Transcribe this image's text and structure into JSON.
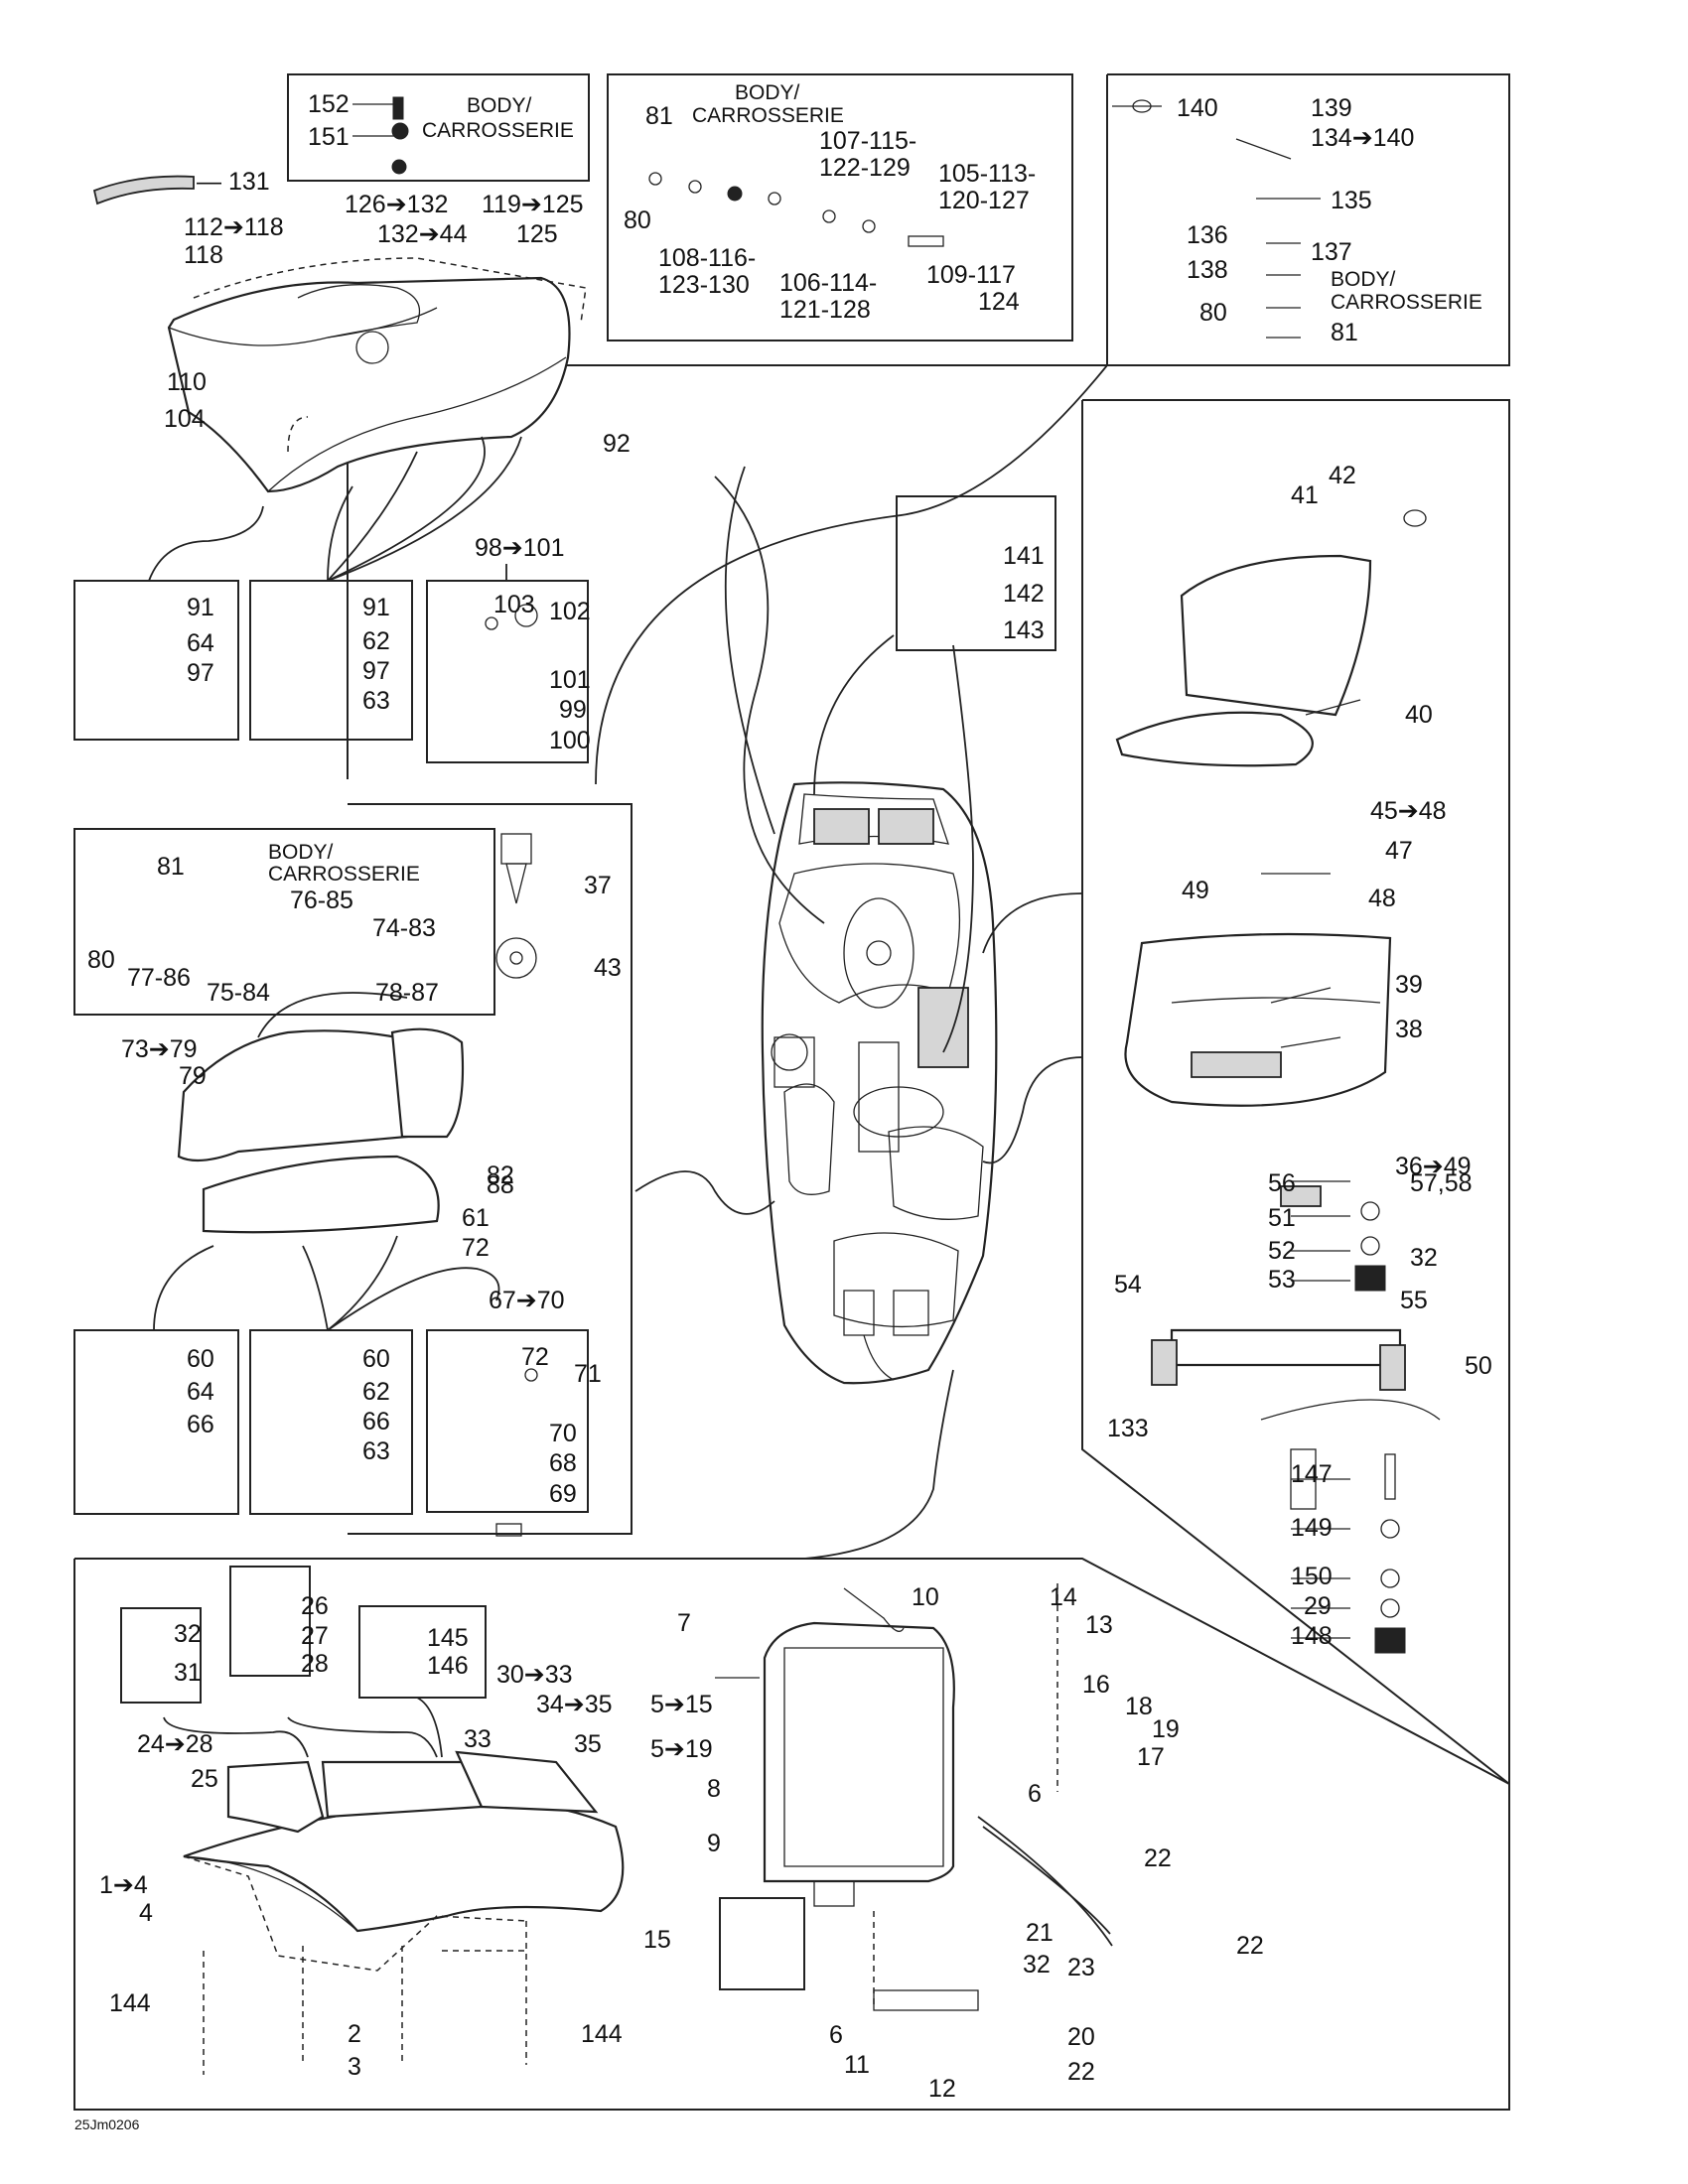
{
  "diagram_code": "25Jm0206",
  "body_label": "BODY/",
  "carrosserie_label": "CARROSSERIE",
  "labels": {
    "l131": "— 131",
    "l152": "152",
    "l151": "151",
    "l112_118": "112➔118",
    "l118": "118",
    "l126_132": "126➔132",
    "l132_44": "132➔44",
    "l119_125": "119➔125",
    "l125": "125",
    "l110": "110",
    "l104": "104",
    "l92": "92",
    "l81a": "81",
    "l80a": "80",
    "l107": "107-115-",
    "l107b": "122-129",
    "l105": "105-113-",
    "l105b": "120-127",
    "l108": "108-116-",
    "l108b": "123-130",
    "l106": "106-114-",
    "l106b": "121-128",
    "l109": "109-117",
    "l124": "124",
    "l140a": "140",
    "l139": "139",
    "l134_140": "134➔140",
    "l135": "135",
    "l136": "136",
    "l137": "137",
    "l138": "138",
    "l80b": "80",
    "l81b": "81",
    "l91a": "91",
    "l64a": "64",
    "l97a": "97",
    "l91b": "91",
    "l62a": "62",
    "l97b": "97",
    "l63a": "63",
    "l98_101": "98➔101",
    "l103": "103",
    "l102": "102",
    "l101": "101",
    "l99": "99",
    "l100": "100",
    "l141": "141",
    "l142": "142",
    "l143": "143",
    "l42": "42",
    "l41": "41",
    "l40": "40",
    "l45_48": "45➔48",
    "l47": "47",
    "l48": "48",
    "l49": "49",
    "l39": "39",
    "l38": "38",
    "l36_49": "36➔49",
    "l56": "56",
    "l57_58": "57,58",
    "l51": "51",
    "l52": "52",
    "l32c": "32",
    "l53": "53",
    "l54": "54",
    "l55": "55",
    "l50": "50",
    "l133": "133",
    "l147": "147",
    "l149": "149",
    "l150": "150",
    "l29": "29",
    "l148": "148",
    "l81c": "81",
    "l76_85": "76-85",
    "l74_83": "74-83",
    "l80c": "80",
    "l77_86": "77-86",
    "l75_84": "75-84",
    "l78_87": "78-87",
    "l37": "37",
    "l43": "43",
    "l73_79": "73➔79",
    "l79": "79",
    "l88": "88",
    "l82": "82",
    "l61": "61",
    "l72": "72",
    "l67_70": "67➔70",
    "l60a": "60",
    "l64b": "64",
    "l66a": "66",
    "l60b": "60",
    "l62b": "62",
    "l66b": "66",
    "l63b": "63",
    "l72b": "72",
    "l71": "71",
    "l70": "70",
    "l68": "68",
    "l69": "69",
    "l26": "26",
    "l27": "27",
    "l28": "28",
    "l32a": "32",
    "l31": "31",
    "l145": "145",
    "l146": "146",
    "l24_28": "24➔28",
    "l25": "25",
    "l30_33": "30➔33",
    "l34_35": "34➔35",
    "l33": "33",
    "l35": "35",
    "l1_4": "1➔4",
    "l4": "4",
    "l144a": "144",
    "l2": "2",
    "l3": "3",
    "l144b": "144",
    "l7": "7",
    "l10": "10",
    "l14": "14",
    "l13": "13",
    "l5_15": "5➔15",
    "l5_19": "5➔19",
    "l16": "16",
    "l18": "18",
    "l19": "19",
    "l17": "17",
    "l8": "8",
    "l6a": "6",
    "l9": "9",
    "l22a": "22",
    "l15": "15",
    "l21": "21",
    "l32b": "32",
    "l23": "23",
    "l22b": "22",
    "l6b": "6",
    "l11": "11",
    "l20": "20",
    "l12": "12",
    "l22c": "22"
  }
}
